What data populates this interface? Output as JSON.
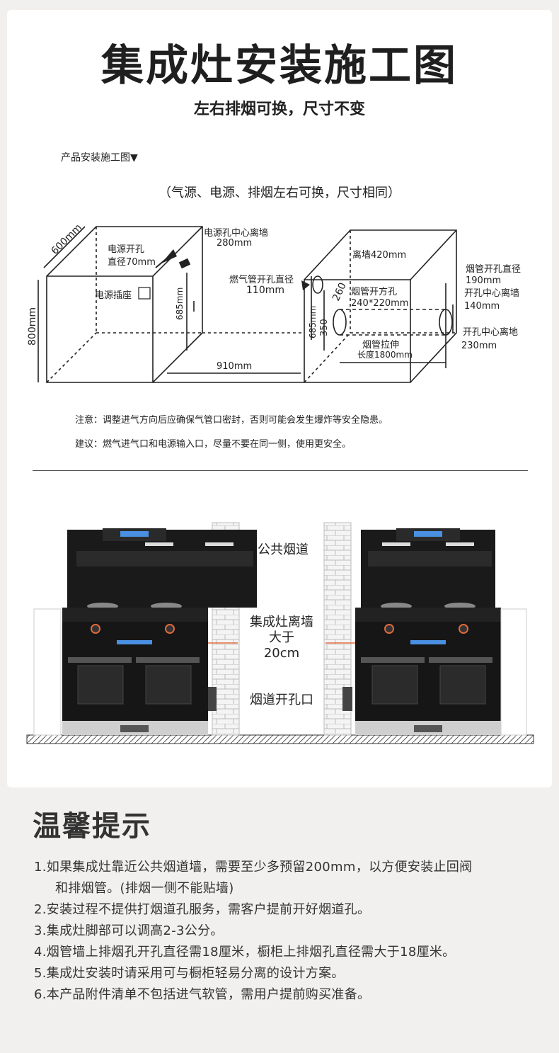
{
  "header": {
    "title": "集成灶安装施工图",
    "subtitle": "左右排烟可换，尺寸不变"
  },
  "diagram": {
    "section_label": "产品安装施工图▼",
    "note": "（气源、电源、排烟左右可换，尺寸相同）",
    "dim_600": "600mm",
    "dim_800": "800mm",
    "power_hole_1": "电源开孔",
    "power_hole_2": "直径70mm",
    "socket_label": "电源插座",
    "dim_685_left": "685mm",
    "power_center_1": "电源孔中心离墙",
    "power_center_2": "280mm",
    "dim_910": "910mm",
    "gas_hole_1": "燃气管开孔直径",
    "gas_hole_2": "110mm",
    "wall_420": "离墙420mm",
    "dim_685_right": "685mm",
    "dim_350": "350",
    "dim_260": "260",
    "flue_square_1": "烟管开方孔",
    "flue_square_2": "240*220mm",
    "flue_stretch_1": "烟管拉伸",
    "flue_stretch_2": "长度1800mm",
    "flue_dia_1": "烟管开孔直径",
    "flue_dia_2": "190mm",
    "hole_wall_1": "开孔中心离墙",
    "hole_wall_2": "140mm",
    "hole_floor_1": "开孔中心离地",
    "hole_floor_2": "230mm"
  },
  "notes": {
    "caution": "注意：调整进气方向后应确保气管口密封，否则可能会发生爆炸等安全隐患。",
    "advice": "建议：燃气进气口和电源输入口，尽量不要在同一侧，使用更安全。"
  },
  "illustration": {
    "public_flue": "公共烟道",
    "distance_1": "集成灶离墙",
    "distance_2": "大于",
    "distance_3": "20cm",
    "flue_opening": "烟道开孔口"
  },
  "tips": {
    "title": "温馨提示",
    "items": [
      "1.如果集成灶靠近公共烟道墙，需要至少多预留200mm，以方便安装止回阀",
      "和排烟管。(排烟一侧不能贴墙)",
      "2.安装过程不提供打烟道孔服务，需客户提前开好烟道孔。",
      "3.集成灶脚部可以调高2-3公分。",
      "4.烟管墙上排烟孔开孔直径需18厘米，橱柜上排烟孔直径需大于18厘米。",
      "5.集成灶安装时请采用可与橱柜轻易分离的设计方案。",
      "6.本产品附件清单不包括进气软管，需用户提前购买准备。"
    ]
  },
  "colors": {
    "accent_line": "#e06a3a",
    "stove_body": "#1b1b1b",
    "brick": "#d9d9d9"
  }
}
